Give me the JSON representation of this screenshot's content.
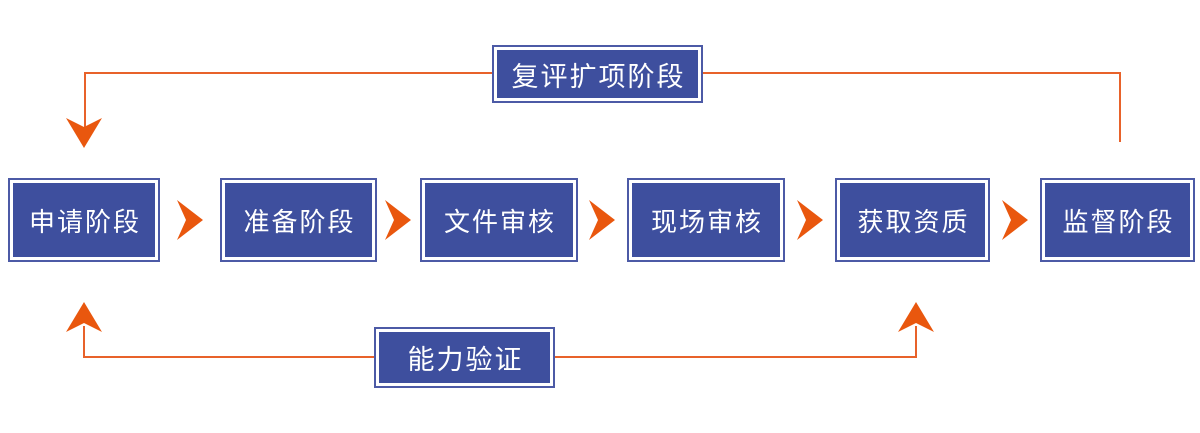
{
  "diagram": {
    "type": "flowchart",
    "background_color": "#ffffff",
    "colors": {
      "node_fill": "#3E4F9E",
      "node_outer_border": "#4C5AA6",
      "node_inner_border": "#ffffff",
      "node_text": "#ffffff",
      "connector_line": "#E8622A",
      "arrow": "#E9570E"
    },
    "main_flow": {
      "direction": "left-to-right",
      "nodes": [
        {
          "label": "申请阶段"
        },
        {
          "label": "准备阶段"
        },
        {
          "label": "文件审核"
        },
        {
          "label": "现场审核"
        },
        {
          "label": "获取资质"
        },
        {
          "label": "监督阶段"
        }
      ]
    },
    "feedback_loops": [
      {
        "position": "top",
        "label": "复评扩项阶段",
        "from": "监督阶段",
        "to": "申请阶段"
      },
      {
        "position": "bottom",
        "label": "能力验证",
        "to": [
          "申请阶段",
          "获取资质"
        ]
      }
    ]
  }
}
